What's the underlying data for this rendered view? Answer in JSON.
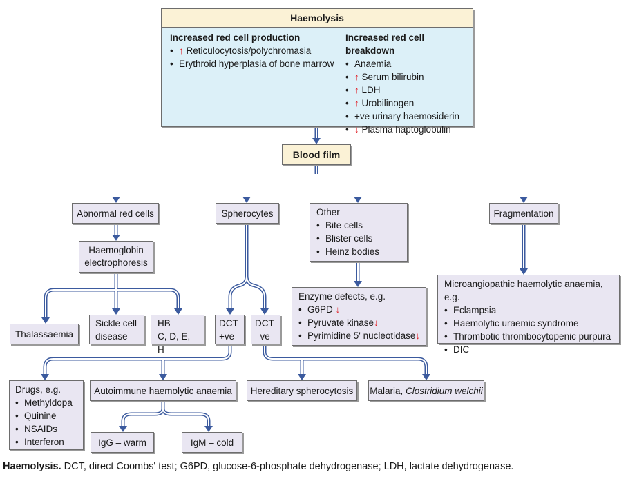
{
  "haemolysis": {
    "title": "Haemolysis",
    "production": {
      "heading": "Increased red cell production",
      "items": [
        {
          "arrow": "↑",
          "text": " Reticulocytosis/polychromasia"
        },
        {
          "arrow": "",
          "text": "Erythroid hyperplasia of bone marrow"
        }
      ]
    },
    "breakdown": {
      "heading": "Increased red cell breakdown",
      "items": [
        {
          "arrow": "",
          "text": "Anaemia"
        },
        {
          "arrow": "↑",
          "text": " Serum bilirubin"
        },
        {
          "arrow": "↑",
          "text": " LDH"
        },
        {
          "arrow": "↑",
          "text": " Urobilinogen"
        },
        {
          "arrow": "",
          "text": "+ve urinary haemosiderin"
        },
        {
          "arrow": "↓",
          "text": " Plasma haptoglobulin"
        }
      ]
    }
  },
  "blood_film": "Blood film",
  "abnormal": "Abnormal red cells",
  "spherocytes": "Spherocytes",
  "other": {
    "title": "Other",
    "items": [
      "Bite cells",
      "Blister cells",
      "Heinz bodies"
    ]
  },
  "fragmentation": "Fragmentation",
  "hb_electro": "Haemoglobin electrophoresis",
  "thalassaemia": "Thalassaemia",
  "sickle": "Sickle cell disease",
  "hb_types": {
    "line1": "HB",
    "line2": "C, D, E, H"
  },
  "dct_pos": {
    "line1": "DCT",
    "line2": "+ve"
  },
  "dct_neg": {
    "line1": "DCT",
    "line2": "–ve"
  },
  "enzyme": {
    "title": "Enzyme defects, e.g.",
    "items": [
      {
        "text": "G6PD ",
        "arrow": "↓"
      },
      {
        "text": "Pyruvate kinase",
        "arrow": "↓"
      },
      {
        "text": "Pyrimidine 5' nucleotidase",
        "arrow": "↓"
      }
    ]
  },
  "micro": {
    "title": "Microangiopathic haemolytic anaemia, e.g.",
    "items": [
      "Eclampsia",
      "Haemolytic uraemic syndrome",
      "Thrombotic thrombocytopenic purpura",
      "DIC"
    ]
  },
  "drugs": {
    "title": "Drugs, e.g.",
    "items": [
      "Methyldopa",
      "Quinine",
      "NSAIDs",
      "Interferon"
    ]
  },
  "autoimmune": "Autoimmune haemolytic anaemia",
  "hereditary": "Hereditary spherocytosis",
  "malaria": {
    "text": "Malaria, ",
    "italic": "Clostridium welchii"
  },
  "igg": "IgG – warm",
  "igm": "IgM – cold",
  "caption": {
    "bold": "Haemolysis.",
    "text": " DCT, direct Coombs' test; G6PD, glucose-6-phosphate dehydrogenase; LDH, lactate dehydrogenase."
  },
  "colors": {
    "arrow": "#3b5a9e",
    "arrow_inner": "#ffffff",
    "up_down": "#e0232a",
    "box_lavender": "#e9e6f2",
    "box_blue": "#dcf0f8",
    "box_cream": "#fbf2d6"
  }
}
